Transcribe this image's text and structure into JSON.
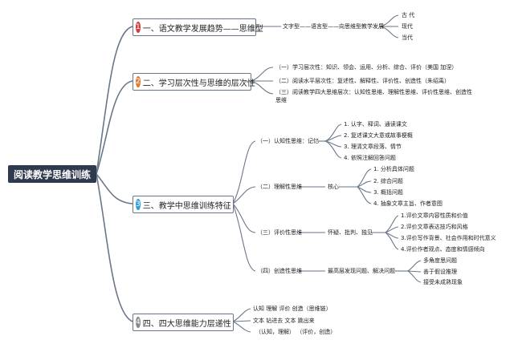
{
  "root": "阅读教学思维训练",
  "topics": [
    {
      "num": "1",
      "label": "一、语文教学发展趋势——思维型",
      "color": "#d63b3b"
    },
    {
      "num": "2",
      "label": "二、学习层次性与思维的层次性",
      "color": "#e07a2e"
    },
    {
      "num": "3",
      "label": "三、教学中思维训练特征",
      "color": "#2f9ed8"
    },
    {
      "num": "4",
      "label": "四、四大思维能力层递性",
      "color": "#888888"
    }
  ],
  "t1": {
    "chain": "文字型——语言型——向思维型教学发展",
    "eras": [
      "古 代",
      "现代",
      "当代"
    ]
  },
  "t2": {
    "items": [
      "（一）学习层次性：知识、领会、运用、分析、综合、评价（美国 加涅）",
      "（二）阅读水平层次性：复述性、解释性、评价性、创造性（朱绍禹）",
      "（三）阅读教学四大思维层次：认知性思维、理解性思维、评价性思维、创造性",
      "思维"
    ]
  },
  "t3": {
    "cog": {
      "label": "（一）认知性思维：记忆",
      "items": [
        "1. 认字、释词、通读课文",
        "2. 复述课文大意或故事梗概",
        "3. 理清文章段落、情节",
        "4. 依照注解回答问题"
      ]
    },
    "und": {
      "label": "（二）理解性思维",
      "core": "核心",
      "items": [
        "1. 分析具体问题",
        "2. 综合问题",
        "3. 概括问题",
        "4. 抽象文章主旨、作者意图"
      ]
    },
    "eva": {
      "label": "（三）评价性思维",
      "mid": "怀疑、批判、独见",
      "items": [
        "1.评价文章内容性质和价值",
        "2.评价文章表达技巧和风格",
        "3.评价写作背景、社会作用和时代意义",
        "4.评价作者观点、态度和情感倾向"
      ]
    },
    "cre": {
      "label": "（四）创造性思维",
      "mid": "最高层发现问题、解决问题",
      "items": [
        "多角度思问题",
        "善于假设推理",
        "接受未成熟现象"
      ]
    }
  },
  "t4": {
    "lines": [
      "认知 理解 评价 创造（思维链）",
      "文本 钻进去 文本 跳出来",
      "（认知，理解）   （评价，创造）"
    ]
  }
}
